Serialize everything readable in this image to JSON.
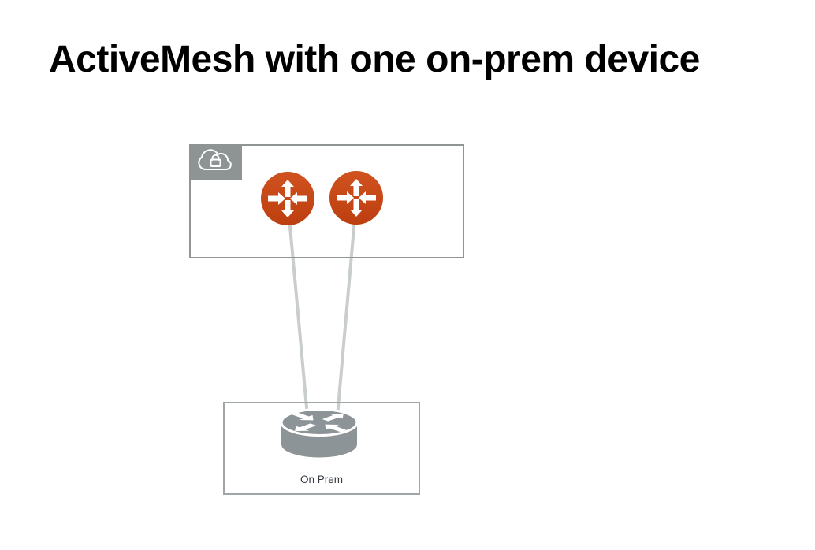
{
  "slide": {
    "title": "ActiveMesh with one on-prem device"
  },
  "diagram": {
    "cloud_region": {
      "tab_icon": "secure-cloud-icon",
      "gateways": [
        {
          "name": "gateway-left",
          "icon": "mesh-gateway-icon"
        },
        {
          "name": "gateway-right",
          "icon": "mesh-gateway-icon"
        }
      ]
    },
    "onprem": {
      "label": "On Prem",
      "icon": "router-icon"
    },
    "connections": [
      {
        "from": "gateway-left",
        "to": "onprem-router"
      },
      {
        "from": "gateway-right",
        "to": "onprem-router"
      }
    ],
    "colors": {
      "gateway_orange_top": "#d0521f",
      "gateway_orange_bottom": "#bd3e0f",
      "cloud_box_border": "#8f9495",
      "cloud_tab_fill": "#8e9394",
      "onprem_box_border": "#a0a5a7",
      "router_gray": "#8d9497",
      "connection_line": "#c9cdce",
      "title_color": "#000000",
      "onprem_label_color": "#333a42"
    }
  }
}
